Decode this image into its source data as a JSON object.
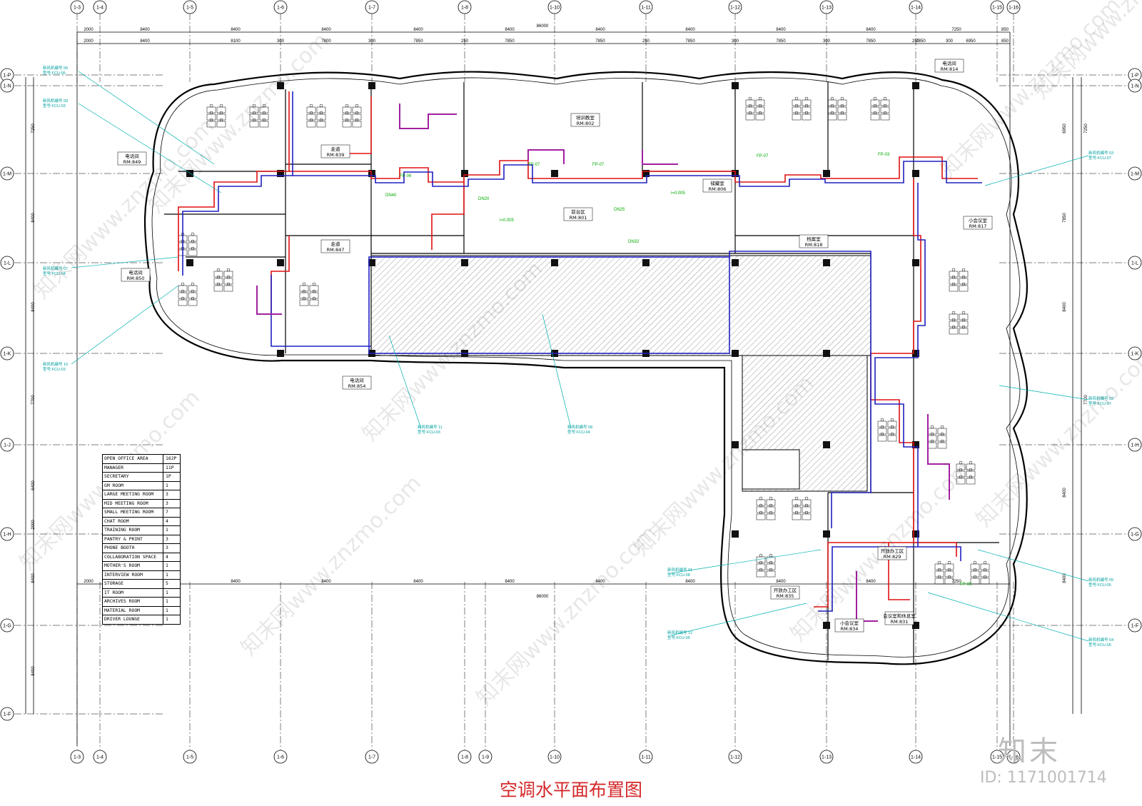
{
  "drawing": {
    "title": "空调水平面布置图",
    "logo_text": "知末",
    "id_text": "ID: 1171001714",
    "watermark_text": "知末网www.znzmo.com"
  },
  "grid_top": [
    "1-3",
    "1-4",
    "1-5",
    "1-6",
    "1-7",
    "1-8",
    "1-10",
    "1-11",
    "1-12",
    "1-13",
    "1-14",
    "1-15",
    "1-16"
  ],
  "grid_bottom": [
    "1-3",
    "1-4",
    "1-5",
    "1-6",
    "1-7",
    "1-8",
    "1-9",
    "1-10",
    "1-11",
    "1-12",
    "1-13",
    "1-14",
    "1-15",
    "1-16"
  ],
  "grid_left": [
    "1-P",
    "1-N",
    "1-M",
    "1-L",
    "1-K",
    "1-J",
    "1-H",
    "1-G",
    "1-F"
  ],
  "grid_right": [
    "1-P",
    "1-N",
    "1-M",
    "1-L",
    "1-K",
    "1-H",
    "1-G",
    "1-F"
  ],
  "dims": {
    "overall": "86000",
    "top_row1": [
      "2000",
      "8400",
      "8400",
      "8400",
      "8400",
      "8400",
      "8400",
      "8400",
      "8400",
      "8400",
      "7250",
      "850"
    ],
    "top_row2": [
      "2000",
      "8400",
      "8100",
      "300",
      "7800",
      "300",
      "7850",
      "250",
      "7850",
      "7850",
      "250",
      "7850",
      "300",
      "7850",
      "300",
      "7850",
      "250",
      "7850",
      "300",
      "6950",
      "850"
    ],
    "bottom": [
      "2000",
      "8400",
      "8400",
      "8400",
      "6400",
      "8400",
      "8400",
      "8400",
      "8400",
      "8400",
      "7250"
    ],
    "left": [
      "7250",
      "8400",
      "8400",
      "7700",
      "6400",
      "2000",
      "8400",
      "8400"
    ],
    "right": [
      "6950",
      "7250",
      "7850",
      "8400",
      "7700",
      "8400",
      "8400"
    ]
  },
  "rooms": [
    {
      "name": "电话间",
      "rm": "RM:849"
    },
    {
      "name": "走道",
      "rm": "RM:839"
    },
    {
      "name": "走道",
      "rm": "RM:847"
    },
    {
      "name": "电话间",
      "rm": "RM:850"
    },
    {
      "name": "电话间",
      "rm": "RM:854"
    },
    {
      "name": "电话间",
      "rm": "RM:814"
    },
    {
      "name": "储藏室",
      "rm": "RM:806"
    },
    {
      "name": "前台区",
      "rm": "RM:801"
    },
    {
      "name": "培训教室",
      "rm": "RM:802"
    },
    {
      "name": "档案室",
      "rm": "RM:818"
    },
    {
      "name": "小会议室",
      "rm": "RM:817"
    },
    {
      "name": "开放办工区",
      "rm": "RM:829"
    },
    {
      "name": "会议室和休息室",
      "rm": "RM:831"
    },
    {
      "name": "小会议室",
      "rm": "RM:834"
    },
    {
      "name": "开放办工区",
      "rm": "RM:835"
    }
  ],
  "fcu_tags": [
    {
      "line1": "新风机编号 06",
      "line2": "型号:FCU-05"
    },
    {
      "line1": "新风机编号 09",
      "line2": "型号:FCU-03"
    },
    {
      "line1": "新风机编号 07",
      "line2": "型号:FCU-04"
    },
    {
      "line1": "新风机编号 10",
      "line2": "型号:FCU-03"
    },
    {
      "line1": "新风机编号 11",
      "line2": "型号:FCU-03"
    },
    {
      "line1": "新风机编号 08",
      "line2": "型号:FCU-04"
    },
    {
      "line1": "新风机编号 03",
      "line2": "型号:FCU-07"
    },
    {
      "line1": "新风机编号 02",
      "line2": "型号:FCU-07"
    },
    {
      "line1": "新风机编号 01",
      "line2": "型号:FCU-08"
    },
    {
      "line1": "新风机编号 12",
      "line2": "型号:FCU-05"
    },
    {
      "line1": "新风机编号 05",
      "line2": "型号:FCU-05"
    },
    {
      "line1": "新风机编号 04",
      "line2": "型号:FCU-05"
    }
  ],
  "pipe_labels": [
    "FP-07",
    "FP-07",
    "FP-07",
    "FP-03",
    "FP-05",
    "FP-06",
    "DN20",
    "DN25",
    "DN32",
    "DN40",
    "i=0.005",
    "i=0.005"
  ],
  "legend": [
    {
      "name": "OPEN OFFICE AREA",
      "count": "162P"
    },
    {
      "name": "MANAGER",
      "count": "11P"
    },
    {
      "name": "SECRETARY",
      "count": "1P"
    },
    {
      "name": "GM ROOM",
      "count": "1"
    },
    {
      "name": "LARGE MEETING ROOM",
      "count": "3"
    },
    {
      "name": "MID MEETING ROOM",
      "count": "3"
    },
    {
      "name": "SMALL MEETING ROOM",
      "count": "7"
    },
    {
      "name": "CHAT ROOM",
      "count": "4"
    },
    {
      "name": "TRAINING ROOM",
      "count": "1"
    },
    {
      "name": "PANTRY & PRINT",
      "count": "3"
    },
    {
      "name": "PHONE BOOTH",
      "count": "3"
    },
    {
      "name": "COLLABORATION SPACE",
      "count": "4"
    },
    {
      "name": "MOTHER'S ROOM",
      "count": "1"
    },
    {
      "name": "INTERVIEW ROOM",
      "count": "1"
    },
    {
      "name": "STORAGE",
      "count": "5"
    },
    {
      "name": "IT ROOM",
      "count": "1"
    },
    {
      "name": "ARCHIVES ROOM",
      "count": "1"
    },
    {
      "name": "MATERIAL ROOM",
      "count": "1"
    },
    {
      "name": "DRIVER LOUNGE",
      "count": "1"
    }
  ]
}
